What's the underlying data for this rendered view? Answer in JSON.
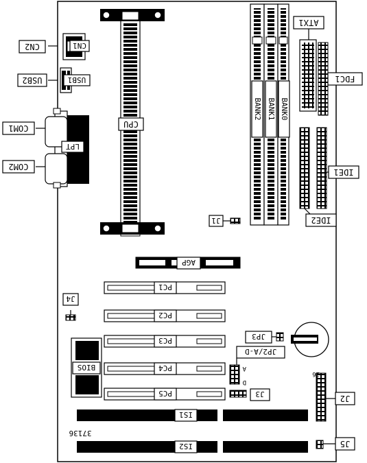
{
  "labels": {
    "cn2": "CN2",
    "cn1": "CN1",
    "usb2": "USB2",
    "usb1": "USB1",
    "com1": "COM1",
    "com2": "COM2",
    "lpt": "LPT",
    "cpu": "CPU",
    "j1": "J1",
    "bank2": "BANK2",
    "bank1": "BANK1",
    "bank0": "BANK0",
    "atx1": "ATX1",
    "fdc1": "FDC1",
    "ide1": "IDE1",
    "ide2": "IDE2",
    "agp": "AGP",
    "pc1": "PC1",
    "pc2": "PC2",
    "pc3": "PC3",
    "pc4": "PC4",
    "pc5": "PC5",
    "j4": "J4",
    "j3": "J3",
    "jp3": "JP3",
    "jp2": "JP2/A-D",
    "j2": "J2",
    "j5": "J5",
    "is1": "IS1",
    "is2": "IS2",
    "bios": "BIOS",
    "pin26": "26",
    "pin_a": "A",
    "pin_d": "D",
    "part_no": "37136"
  }
}
